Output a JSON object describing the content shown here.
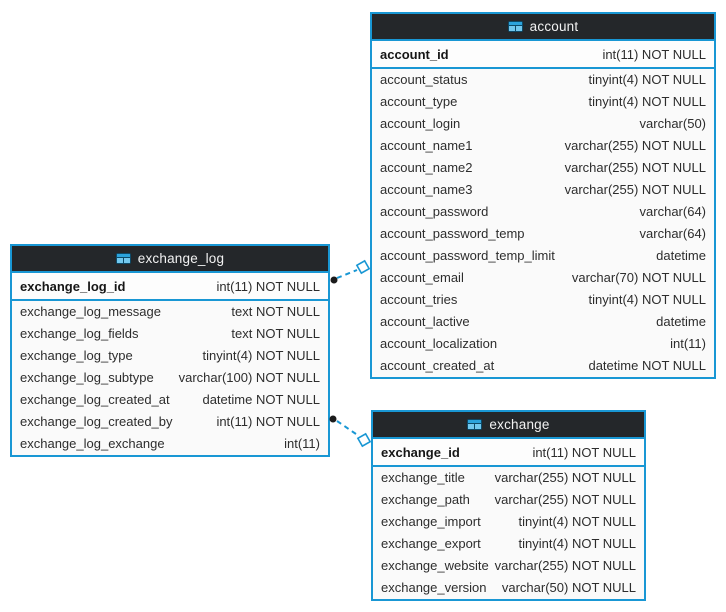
{
  "colors": {
    "accent_blue": "#1997d4",
    "header_bg": "#24272a",
    "header_text": "#f2f2f2",
    "body_bg": "#fafafa",
    "pk_row_bg": "#fdfdfd",
    "row_text": "#2d2d2d",
    "connector_dot": "#1b1b1b"
  },
  "tables": {
    "account": {
      "title": "account",
      "icon": "table-icon",
      "pk": {
        "name": "account_id",
        "type": "int(11) NOT NULL"
      },
      "columns": [
        {
          "name": "account_status",
          "type": "tinyint(4) NOT NULL"
        },
        {
          "name": "account_type",
          "type": "tinyint(4) NOT NULL"
        },
        {
          "name": "account_login",
          "type": "varchar(50)"
        },
        {
          "name": "account_name1",
          "type": "varchar(255) NOT NULL"
        },
        {
          "name": "account_name2",
          "type": "varchar(255) NOT NULL"
        },
        {
          "name": "account_name3",
          "type": "varchar(255) NOT NULL"
        },
        {
          "name": "account_password",
          "type": "varchar(64)"
        },
        {
          "name": "account_password_temp",
          "type": "varchar(64)"
        },
        {
          "name": "account_password_temp_limit",
          "type": "datetime"
        },
        {
          "name": "account_email",
          "type": "varchar(70) NOT NULL"
        },
        {
          "name": "account_tries",
          "type": "tinyint(4) NOT NULL"
        },
        {
          "name": "account_lactive",
          "type": "datetime"
        },
        {
          "name": "account_localization",
          "type": "int(11)"
        },
        {
          "name": "account_created_at",
          "type": "datetime NOT NULL"
        }
      ]
    },
    "exchange_log": {
      "title": "exchange_log",
      "icon": "table-icon",
      "pk": {
        "name": "exchange_log_id",
        "type": "int(11) NOT NULL"
      },
      "columns": [
        {
          "name": "exchange_log_message",
          "type": "text NOT NULL"
        },
        {
          "name": "exchange_log_fields",
          "type": "text NOT NULL"
        },
        {
          "name": "exchange_log_type",
          "type": "tinyint(4) NOT NULL"
        },
        {
          "name": "exchange_log_subtype",
          "type": "varchar(100) NOT NULL"
        },
        {
          "name": "exchange_log_created_at",
          "type": "datetime NOT NULL"
        },
        {
          "name": "exchange_log_created_by",
          "type": "int(11) NOT NULL"
        },
        {
          "name": "exchange_log_exchange",
          "type": "int(11)"
        }
      ]
    },
    "exchange": {
      "title": "exchange",
      "icon": "table-icon",
      "pk": {
        "name": "exchange_id",
        "type": "int(11) NOT NULL"
      },
      "columns": [
        {
          "name": "exchange_title",
          "type": "varchar(255) NOT NULL"
        },
        {
          "name": "exchange_path",
          "type": "varchar(255) NOT NULL"
        },
        {
          "name": "exchange_import",
          "type": "tinyint(4) NOT NULL"
        },
        {
          "name": "exchange_export",
          "type": "tinyint(4) NOT NULL"
        },
        {
          "name": "exchange_website",
          "type": "varchar(255) NOT NULL"
        },
        {
          "name": "exchange_version",
          "type": "varchar(50) NOT NULL"
        }
      ]
    }
  },
  "relations": [
    {
      "from": "exchange_log",
      "to": "account",
      "line_style": "dashed"
    },
    {
      "from": "exchange_log",
      "to": "exchange",
      "line_style": "dashed"
    }
  ]
}
